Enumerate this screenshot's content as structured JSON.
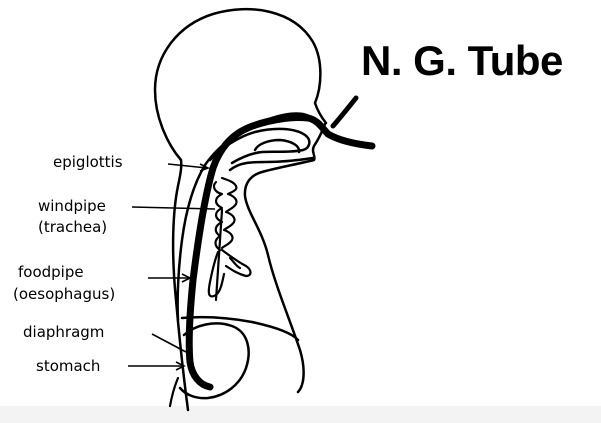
{
  "title": "N. G. Tube",
  "labels": {
    "epiglottis": "epiglottis",
    "windpipe": "windpipe",
    "windpipe_alt": "(trachea)",
    "foodpipe": "foodpipe",
    "foodpipe_alt": "(oesophagus)",
    "diaphragm": "diaphragm",
    "stomach": "stomach"
  },
  "colors": {
    "ink": "#000000",
    "background": "#ffffff"
  }
}
